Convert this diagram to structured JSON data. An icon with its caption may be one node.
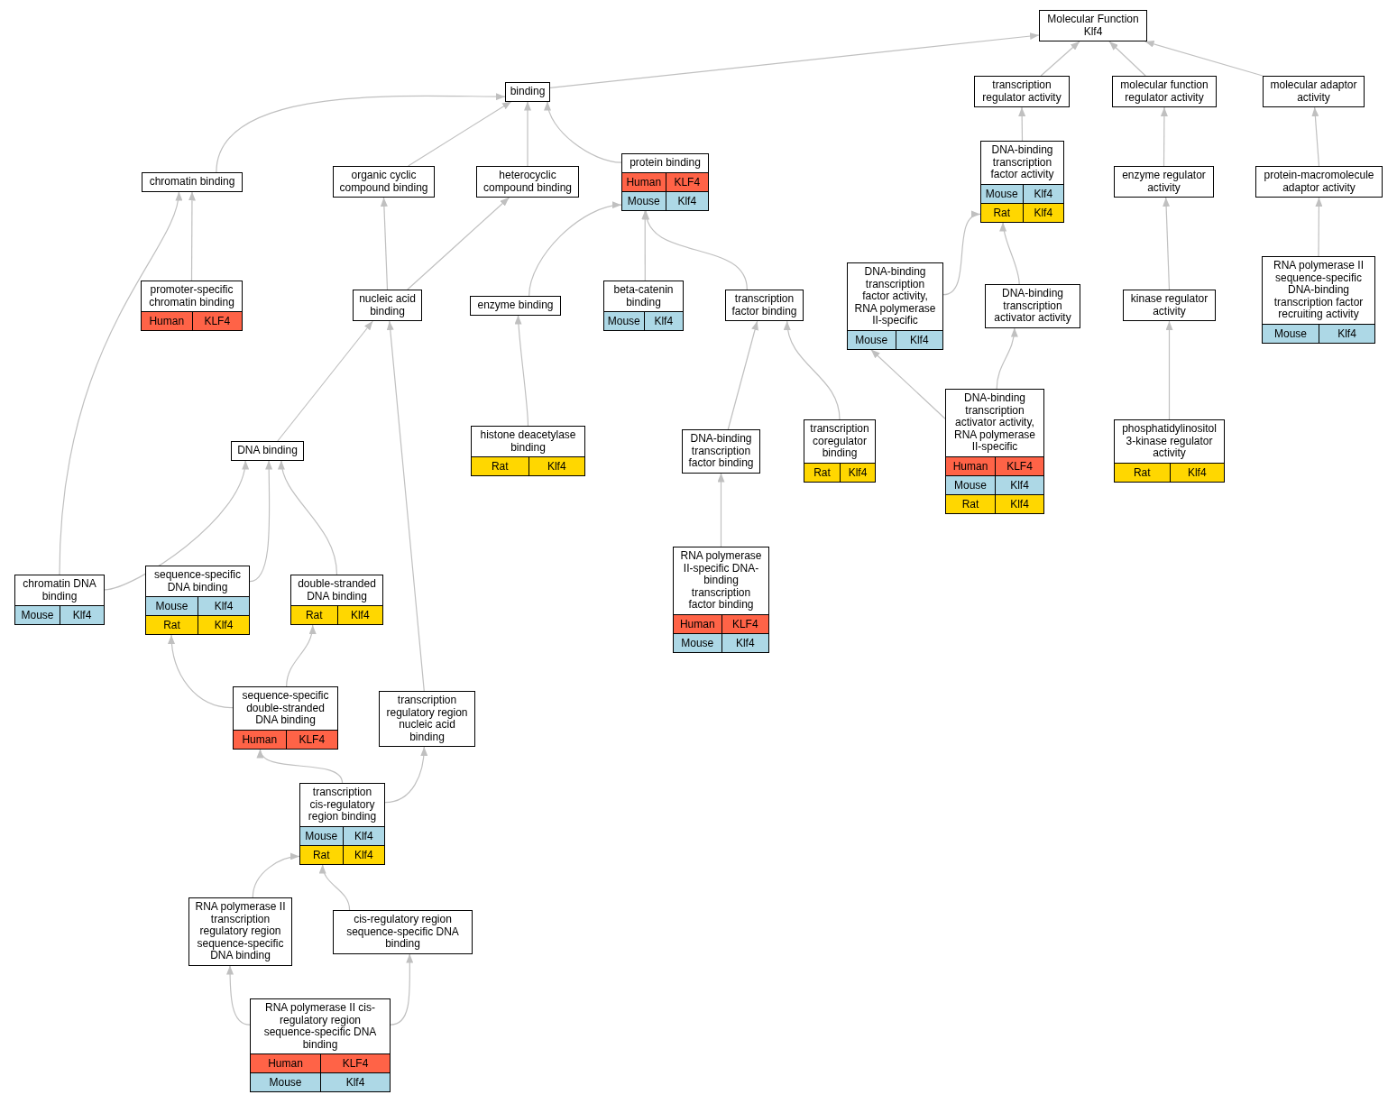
{
  "diagram": {
    "nodes": [
      {
        "text": [
          "Molecular Function Klf4"
        ]
      },
      {
        "text": [
          "binding"
        ]
      },
      {
        "text": [
          "transcription regulator activity"
        ]
      },
      {
        "text": [
          "molecular function regulator activity"
        ]
      },
      {
        "text": [
          "molecular adaptor activity"
        ]
      },
      {
        "text": [
          "chromatin binding"
        ]
      },
      {
        "text": [
          "organic cyclic compound binding"
        ]
      },
      {
        "text": [
          "heterocyclic compound binding"
        ]
      },
      {
        "text": [
          "protein binding",
          "Human",
          "KLF4",
          "Mouse",
          "Klf4"
        ]
      },
      {
        "text": [
          "DNA-binding transcription factor activity",
          "Mouse",
          "Klf4",
          "Rat",
          "Klf4"
        ]
      },
      {
        "text": [
          "enzyme regulator activity"
        ]
      },
      {
        "text": [
          "protein-macromolecule adaptor activity"
        ]
      },
      {
        "text": [
          "DNA-binding transcription factor activity, RNA polymerase II-specific",
          "Mouse",
          "Klf4"
        ]
      },
      {
        "text": [
          "promoter-specific chromatin binding",
          "Human",
          "KLF4"
        ]
      },
      {
        "text": [
          "nucleic acid binding"
        ]
      },
      {
        "text": [
          "enzyme binding"
        ]
      },
      {
        "text": [
          "beta-catenin binding",
          "Mouse",
          "Klf4"
        ]
      },
      {
        "text": [
          "transcription factor binding"
        ]
      },
      {
        "text": [
          "DNA-binding transcription activator activity"
        ]
      },
      {
        "text": [
          "kinase regulator activity"
        ]
      },
      {
        "text": [
          "RNA polymerase II sequence-specific DNA-binding transcription factor recruiting activity",
          "Mouse",
          "Klf4"
        ]
      },
      {
        "text": [
          "histone deacetylase binding",
          "Rat",
          "Klf4"
        ]
      },
      {
        "text": [
          "transcription coregulator binding",
          "Rat",
          "Klf4"
        ]
      },
      {
        "text": [
          "DNA-binding transcription activator activity, RNA polymerase II-specific",
          "Human",
          "KLF4",
          "Mouse",
          "Klf4",
          "Rat",
          "Klf4"
        ]
      },
      {
        "text": [
          "phosphatidylinositol 3-kinase regulator activity",
          "Rat",
          "Klf4"
        ]
      },
      {
        "text": [
          "DNA binding"
        ]
      },
      {
        "text": [
          "DNA-binding transcription factor binding"
        ]
      },
      {
        "text": [
          "chromatin DNA binding",
          "Mouse",
          "Klf4"
        ]
      },
      {
        "text": [
          "sequence-specific DNA binding",
          "Mouse",
          "Klf4",
          "Rat",
          "Klf4"
        ]
      },
      {
        "text": [
          "double-stranded DNA binding",
          "Rat",
          "Klf4"
        ]
      },
      {
        "text": [
          "RNA polymerase II-specific DNA-binding transcription factor binding",
          "Human",
          "KLF4",
          "Mouse",
          "Klf4"
        ]
      },
      {
        "text": [
          "sequence-specific double-stranded DNA binding",
          "Human",
          "KLF4"
        ]
      },
      {
        "text": [
          "transcription regulatory region nucleic acid binding"
        ]
      },
      {
        "text": [
          "transcription cis-regulatory region binding",
          "Mouse",
          "Klf4",
          "Rat",
          "Klf4"
        ]
      },
      {
        "text": [
          "RNA polymerase II transcription regulatory region sequence-specific DNA binding"
        ]
      },
      {
        "text": [
          "cis-regulatory region sequence-specific DNA binding"
        ]
      },
      {
        "text": [
          "RNA polymerase II cis-regulatory region sequence-specific DNA binding",
          "Human",
          "KLF4",
          "Mouse",
          "Klf4"
        ]
      }
    ],
    "edges": [
      {
        "from": 1,
        "to": 0,
        "arrow": "to"
      },
      {
        "from": 2,
        "to": 0,
        "arrow": "to"
      },
      {
        "from": 3,
        "to": 0,
        "arrow": "to"
      },
      {
        "from": 4,
        "to": 0,
        "arrow": "to"
      },
      {
        "from": 5,
        "to": 1,
        "arrow": "to"
      },
      {
        "from": 6,
        "to": 1,
        "arrow": "to"
      },
      {
        "from": 7,
        "to": 1,
        "arrow": "to"
      },
      {
        "from": 8,
        "to": 1,
        "arrow": "to"
      },
      {
        "from": 9,
        "to": 2,
        "arrow": "to"
      },
      {
        "from": 10,
        "to": 3,
        "arrow": "to"
      },
      {
        "from": 11,
        "to": 4,
        "arrow": "to"
      },
      {
        "from": 12,
        "to": 9,
        "arrow": "to"
      },
      {
        "from": 13,
        "to": 5,
        "arrow": "to"
      },
      {
        "from": 14,
        "to": 6,
        "arrow": "to"
      },
      {
        "from": 14,
        "to": 7,
        "arrow": "to"
      },
      {
        "from": 15,
        "to": 8,
        "arrow": "to"
      },
      {
        "from": 16,
        "to": 8,
        "arrow": "to"
      },
      {
        "from": 17,
        "to": 8,
        "arrow": "to"
      },
      {
        "from": 18,
        "to": 9,
        "arrow": "to"
      },
      {
        "from": 19,
        "to": 10,
        "arrow": "to"
      },
      {
        "from": 20,
        "to": 11,
        "arrow": "to"
      },
      {
        "from": 21,
        "to": 15,
        "arrow": "to"
      },
      {
        "from": 22,
        "to": 17,
        "arrow": "to"
      },
      {
        "from": 23,
        "to": 12,
        "arrow": "to"
      },
      {
        "from": 23,
        "to": 18,
        "arrow": "to"
      },
      {
        "from": 24,
        "to": 19,
        "arrow": "to"
      },
      {
        "from": 25,
        "to": 14,
        "arrow": "to"
      },
      {
        "from": 26,
        "to": 17,
        "arrow": "to"
      },
      {
        "from": 27,
        "to": 5,
        "arrow": "to"
      },
      {
        "from": 27,
        "to": 25,
        "arrow": "to"
      },
      {
        "from": 28,
        "to": 25,
        "arrow": "to"
      },
      {
        "from": 29,
        "to": 25,
        "arrow": "to"
      },
      {
        "from": 30,
        "to": 26,
        "arrow": "to"
      },
      {
        "from": 31,
        "to": 28,
        "arrow": "to"
      },
      {
        "from": 31,
        "to": 29,
        "arrow": "to"
      },
      {
        "from": 32,
        "to": 14,
        "arrow": "to"
      },
      {
        "from": 33,
        "to": 31,
        "arrow": "to"
      },
      {
        "from": 33,
        "to": 32,
        "arrow": "to"
      },
      {
        "from": 34,
        "to": 33,
        "arrow": "to"
      },
      {
        "from": 35,
        "to": 33,
        "arrow": "to"
      },
      {
        "from": 36,
        "to": 34,
        "arrow": "to"
      },
      {
        "from": 36,
        "to": 35,
        "arrow": "to"
      }
    ]
  }
}
